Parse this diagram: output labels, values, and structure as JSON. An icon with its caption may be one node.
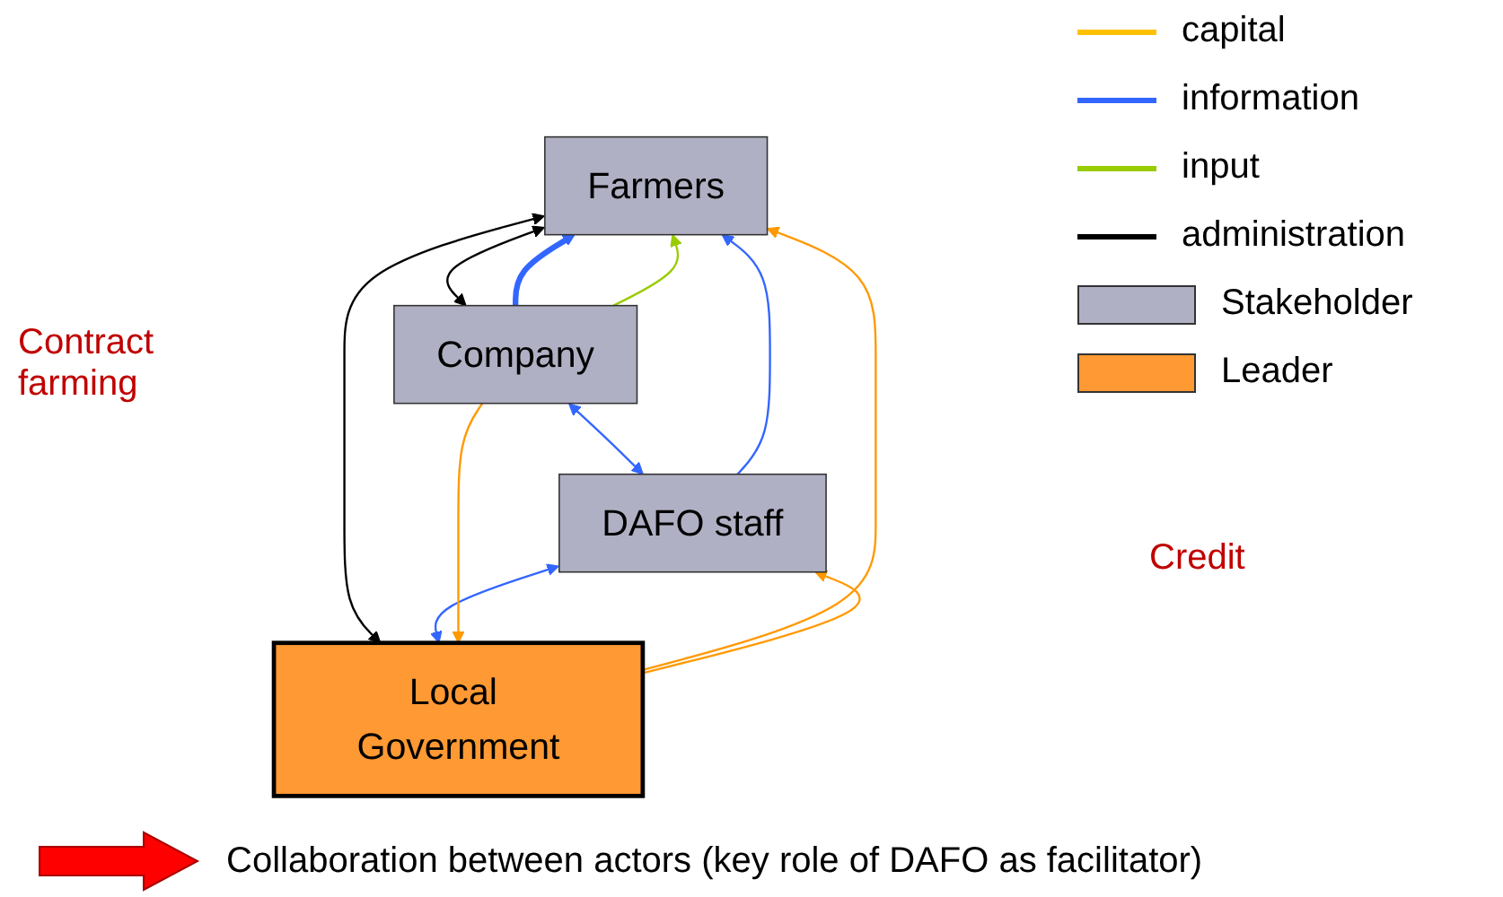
{
  "diagram": {
    "nodes": [
      {
        "text": [
          "Farmers"
        ]
      },
      {
        "text": [
          "Company"
        ]
      },
      {
        "text": [
          "DAFO staff"
        ]
      },
      {
        "text": [
          "Local Government"
        ]
      }
    ],
    "edges": [
      {
        "from": 0,
        "to": 1,
        "arrow": "both",
        "color": "#000000"
      },
      {
        "from": 1,
        "to": 0,
        "arrow": "to",
        "style": "thick",
        "color": "#3366ff"
      },
      {
        "from": 1,
        "to": 0,
        "arrow": "to",
        "color": "#99cc00"
      },
      {
        "from": 2,
        "to": 0,
        "arrow": "to",
        "color": "#3366ff"
      },
      {
        "from": 3,
        "to": 0,
        "arrow": "to",
        "color": "#ff9900"
      },
      {
        "from": 0,
        "to": 3,
        "arrow": "both",
        "color": "#000000"
      },
      {
        "from": 3,
        "to": 2,
        "arrow": "to",
        "color": "#ff9900"
      },
      {
        "from": 1,
        "to": 2,
        "arrow": "both",
        "color": "#3366ff"
      },
      {
        "from": 2,
        "to": 3,
        "arrow": "both",
        "color": "#3366ff"
      },
      {
        "from": 1,
        "to": 3,
        "arrow": "to",
        "color": "#ff9900"
      }
    ],
    "labels": [
      "Contract farming",
      "Credit"
    ],
    "legend": [
      {
        "text": "capital",
        "color": "#ffc000"
      },
      {
        "text": "information",
        "color": "#3366ff"
      },
      {
        "text": "input",
        "color": "#99cc00"
      },
      {
        "text": "administration",
        "color": "#000000"
      },
      {
        "text": "Stakeholder",
        "color": "#b0b0c4"
      },
      {
        "text": "Leader",
        "color": "#ff9933"
      },
      {
        "text": "Collaboration between actors (key role of DAFO as facilitator)",
        "color": "#ff0000"
      }
    ]
  }
}
